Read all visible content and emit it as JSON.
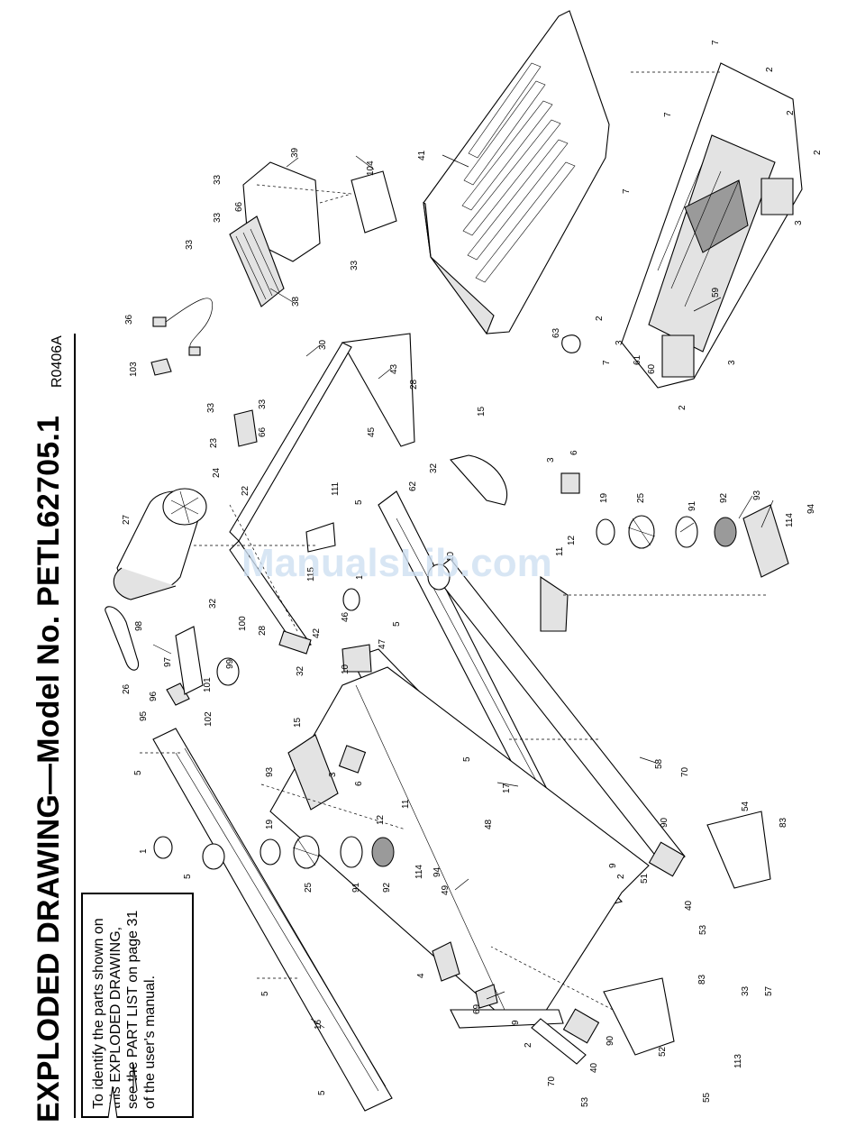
{
  "title": "EXPLODED DRAWING—Model No. PETL62705.1",
  "model_code": "R0406A",
  "note": "To identify the parts shown on this EXPLODED DRAWING, see the PART LIST on page 31 of the user's manual.",
  "watermark": "ManualsLib.com",
  "callouts": {
    "c1a": "1",
    "c1b": "1",
    "c2a": "2",
    "c2b": "2",
    "c2c": "2",
    "c2d": "2",
    "c2e": "2",
    "c2f": "2",
    "c2g": "2",
    "c3a": "3",
    "c3b": "3",
    "c3c": "3",
    "c3d": "3",
    "c3e": "3",
    "c4": "4",
    "c5a": "5",
    "c5b": "5",
    "c5c": "5",
    "c5d": "5",
    "c5e": "5",
    "c5f": "5",
    "c5g": "5",
    "c6a": "6",
    "c6b": "6",
    "c7a": "7",
    "c7b": "7",
    "c7c": "7",
    "c7d": "7",
    "c9a": "9",
    "c9b": "9",
    "c10a": "10",
    "c10b": "10",
    "c11a": "11",
    "c11b": "11",
    "c12a": "12",
    "c12b": "12",
    "c15a": "15",
    "c15b": "15",
    "c16": "16",
    "c17": "17",
    "c19a": "19",
    "c19b": "19",
    "c22": "22",
    "c23": "23",
    "c24": "24",
    "c25a": "25",
    "c25b": "25",
    "c26": "26",
    "c27": "27",
    "c28a": "28",
    "c28b": "28",
    "c30": "30",
    "c32a": "32",
    "c32b": "32",
    "c32c": "32",
    "c33a": "33",
    "c33b": "33",
    "c33c": "33",
    "c33d": "33",
    "c33e": "33",
    "c33f": "33",
    "c33g": "33",
    "c36": "36",
    "c38": "38",
    "c39": "39",
    "c40a": "40",
    "c40b": "40",
    "c41": "41",
    "c42": "42",
    "c43": "43",
    "c45": "45",
    "c46": "46",
    "c47": "47",
    "c48": "48",
    "c49": "49",
    "c51": "51",
    "c52": "52",
    "c53a": "53",
    "c53b": "53",
    "c54": "54",
    "c55": "55",
    "c57": "57",
    "c58": "58",
    "c59": "59",
    "c60": "60",
    "c61": "61",
    "c62": "62",
    "c63": "63",
    "c66a": "66",
    "c66b": "66",
    "c69": "69",
    "c70a": "70",
    "c70b": "70",
    "c83a": "83",
    "c83b": "83",
    "c90a": "90",
    "c90b": "90",
    "c91a": "91",
    "c91b": "91",
    "c92a": "92",
    "c92b": "92",
    "c93a": "93",
    "c93b": "93",
    "c94a": "94",
    "c94b": "94",
    "c95": "95",
    "c96": "96",
    "c97": "97",
    "c98": "98",
    "c99": "99",
    "c100": "100",
    "c101": "101",
    "c102": "102",
    "c103": "103",
    "c104": "104",
    "c111": "111",
    "c113": "113",
    "c114a": "114",
    "c114b": "114",
    "c115": "115"
  }
}
